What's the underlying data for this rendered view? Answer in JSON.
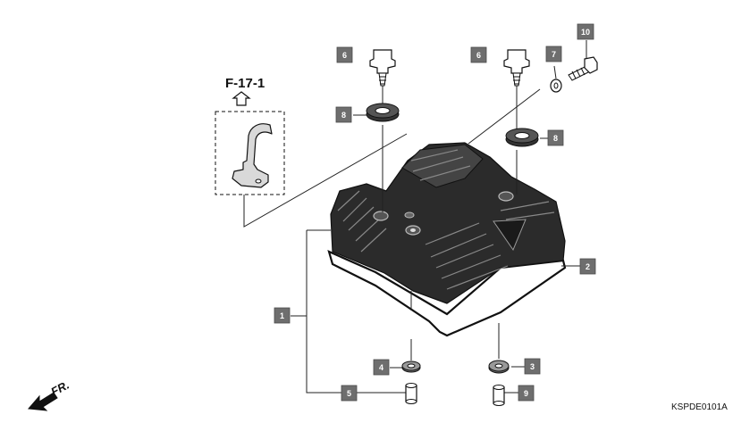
{
  "reference": {
    "label": "F-17-1"
  },
  "direction": {
    "label": "FR."
  },
  "diagram_code": "KSPDE0101A",
  "callouts": [
    {
      "id": "c1",
      "number": "1"
    },
    {
      "id": "c2",
      "number": "2"
    },
    {
      "id": "c3",
      "number": "3"
    },
    {
      "id": "c4",
      "number": "4"
    },
    {
      "id": "c5",
      "number": "5"
    },
    {
      "id": "c6a",
      "number": "6"
    },
    {
      "id": "c6b",
      "number": "6"
    },
    {
      "id": "c7",
      "number": "7"
    },
    {
      "id": "c8a",
      "number": "8"
    },
    {
      "id": "c8b",
      "number": "8"
    },
    {
      "id": "c9",
      "number": "9"
    },
    {
      "id": "c10",
      "number": "10"
    }
  ],
  "colors": {
    "callout_fill": "#6e6e6e",
    "part_fill": "#2b2b2b",
    "line": "#111111"
  }
}
